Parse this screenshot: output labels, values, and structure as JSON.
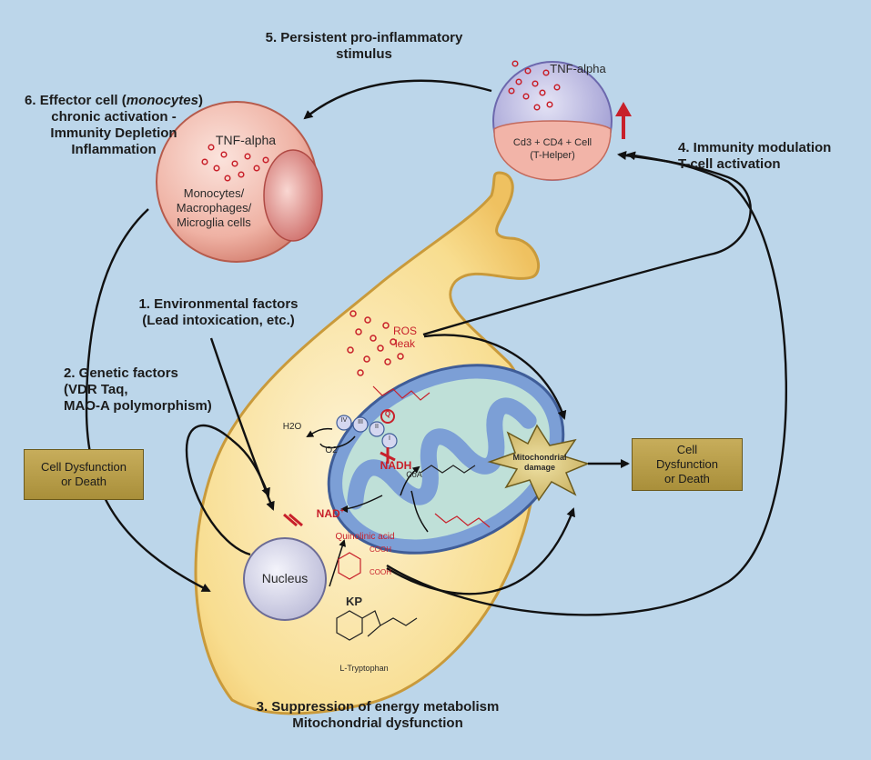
{
  "labels": {
    "step5_line1": "5. Persistent pro-inflammatory",
    "step5_line2": "stimulus",
    "step6_line1": "6. Effector cell (",
    "step6_italic": "monocytes",
    "step6_line1_end": ")",
    "step6_line2": "chronic activation -",
    "step6_line3": "Immunity Depletion",
    "step6_line4": "Inflammation",
    "step4_line1": "4. Immunity modulation",
    "step4_line2": "T-cell activation",
    "step1_line1": "1. Environmental factors",
    "step1_line2": "(Lead intoxication, etc.)",
    "step2_line1": "2. Genetic factors",
    "step2_line2": "(VDR Taq,",
    "step2_line3": "MAO-A polymorphism)",
    "step3_line1": "3. Suppression of energy metabolism",
    "step3_line2": "Mitochondrial dysfunction"
  },
  "monocyte": {
    "tnf": "TNF-alpha",
    "line1": "Monocytes/",
    "line2": "Macrophages/",
    "line3": "Microglia cells"
  },
  "tcell": {
    "tnf": "TNF-alpha",
    "line1": "Cd3 + CD4 + Cell",
    "line2": "(T-Helper)"
  },
  "boxes": {
    "left_line1": "Cell Dysfunction",
    "left_line2": "or Death",
    "right_line1": "Cell",
    "right_line2": "Dysfunction",
    "right_line3": "or Death"
  },
  "neuron": {
    "ros1": "ROS",
    "ros2": "leak",
    "nucleus": "Nucleus",
    "mito_damage1": "Mitochondrial",
    "mito_damage2": "damage",
    "nad": "NAD",
    "nad_sup": "+",
    "nadh": "NADH",
    "quinolinic": "Quinolinic acid",
    "cooh": "COOH",
    "kp": "KP",
    "tryptophan": "L-Tryptophan",
    "coa": "CoA",
    "water": "H2O",
    "oxygen": "O2",
    "complex_iv": "IV",
    "complex_iii": "III",
    "complex_ii": "II",
    "complex_i": "I",
    "q": "Q"
  },
  "colors": {
    "background": "#bcd6ea",
    "monocyte": "#e89a8a",
    "tcell": "#b3b0de",
    "neuron": "#f6d67e",
    "mitochondrion": "#7c9fd6",
    "matrix": "#bfe0d8",
    "red_accent": "#c8202a",
    "box": "#b89c45"
  }
}
